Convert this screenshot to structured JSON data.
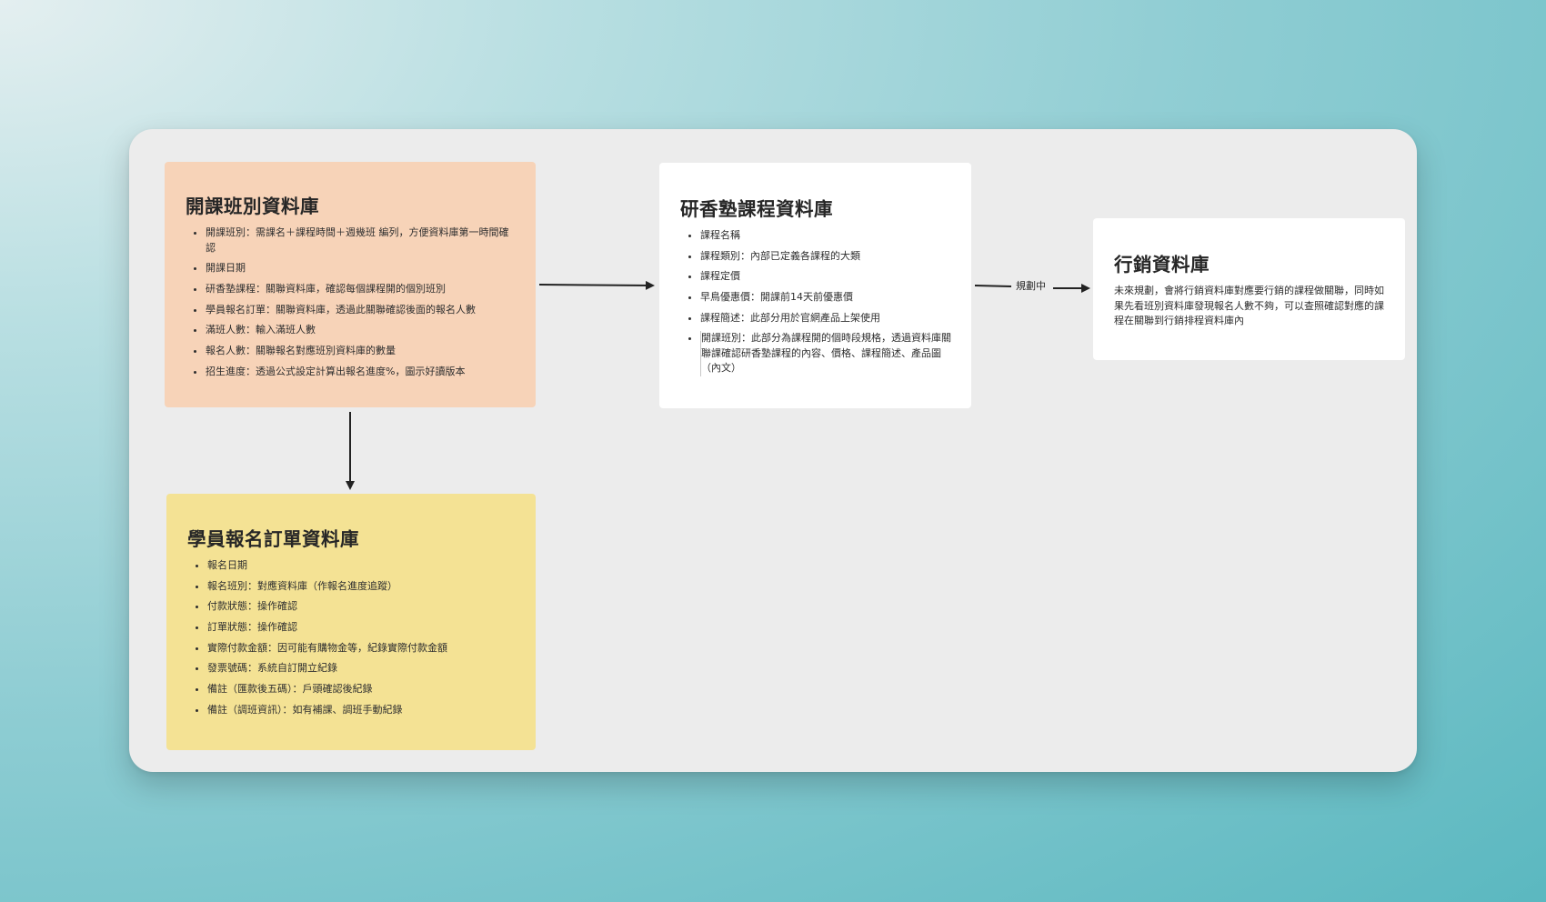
{
  "nodes": {
    "class_db": {
      "title": "開課班別資料庫",
      "color": "#f7d3b8",
      "items": [
        "開課班別：需課名＋課程時間＋週幾班 編列，方便資料庫第一時間確認",
        "開課日期",
        "研香塾課程：關聯資料庫，確認每個課程開的個別班別",
        "學員報名訂單：關聯資料庫，透過此關聯確認後面的報名人數",
        "滿班人數：輸入滿班人數",
        "報名人數：關聯報名對應班別資料庫的數量",
        "招生進度：透過公式設定計算出報名進度%，圖示好讀版本"
      ]
    },
    "enroll_db": {
      "title": "學員報名訂單資料庫",
      "color": "#f4e294",
      "items": [
        "報名日期",
        "報名班別：對應資料庫（作報名進度追蹤）",
        "付款狀態：操作確認",
        "訂單狀態：操作確認",
        "實際付款金額：因可能有購物金等，紀錄實際付款金額",
        "發票號碼：系統自訂開立紀錄",
        "備註（匯款後五碼）：戶頭確認後紀錄",
        "備註（調班資訊）：如有補課、調班手動紀錄"
      ]
    },
    "course_db": {
      "title": "研香塾課程資料庫",
      "color": "#ffffff",
      "items": [
        "課程名稱",
        "課程類別：內部已定義各課程的大類",
        "課程定價",
        "早鳥優惠價：開課前14天前優惠價",
        "課程簡述：此部分用於官網產品上架使用",
        "開課班別：此部分為課程開的個時段規格，透過資料庫關聯課確認研香塾課程的內容、價格、課程簡述、產品圖（內文）"
      ]
    },
    "marketing_db": {
      "title": "行銷資料庫",
      "color": "#ffffff",
      "description": "未來規劃，會將行銷資料庫對應要行銷的課程做關聯，同時如果先看班別資料庫發現報名人數不夠，可以查照確認對應的課程在關聯到行銷排程資料庫內"
    }
  },
  "edges": {
    "course_to_marketing_label": "規劃中"
  }
}
